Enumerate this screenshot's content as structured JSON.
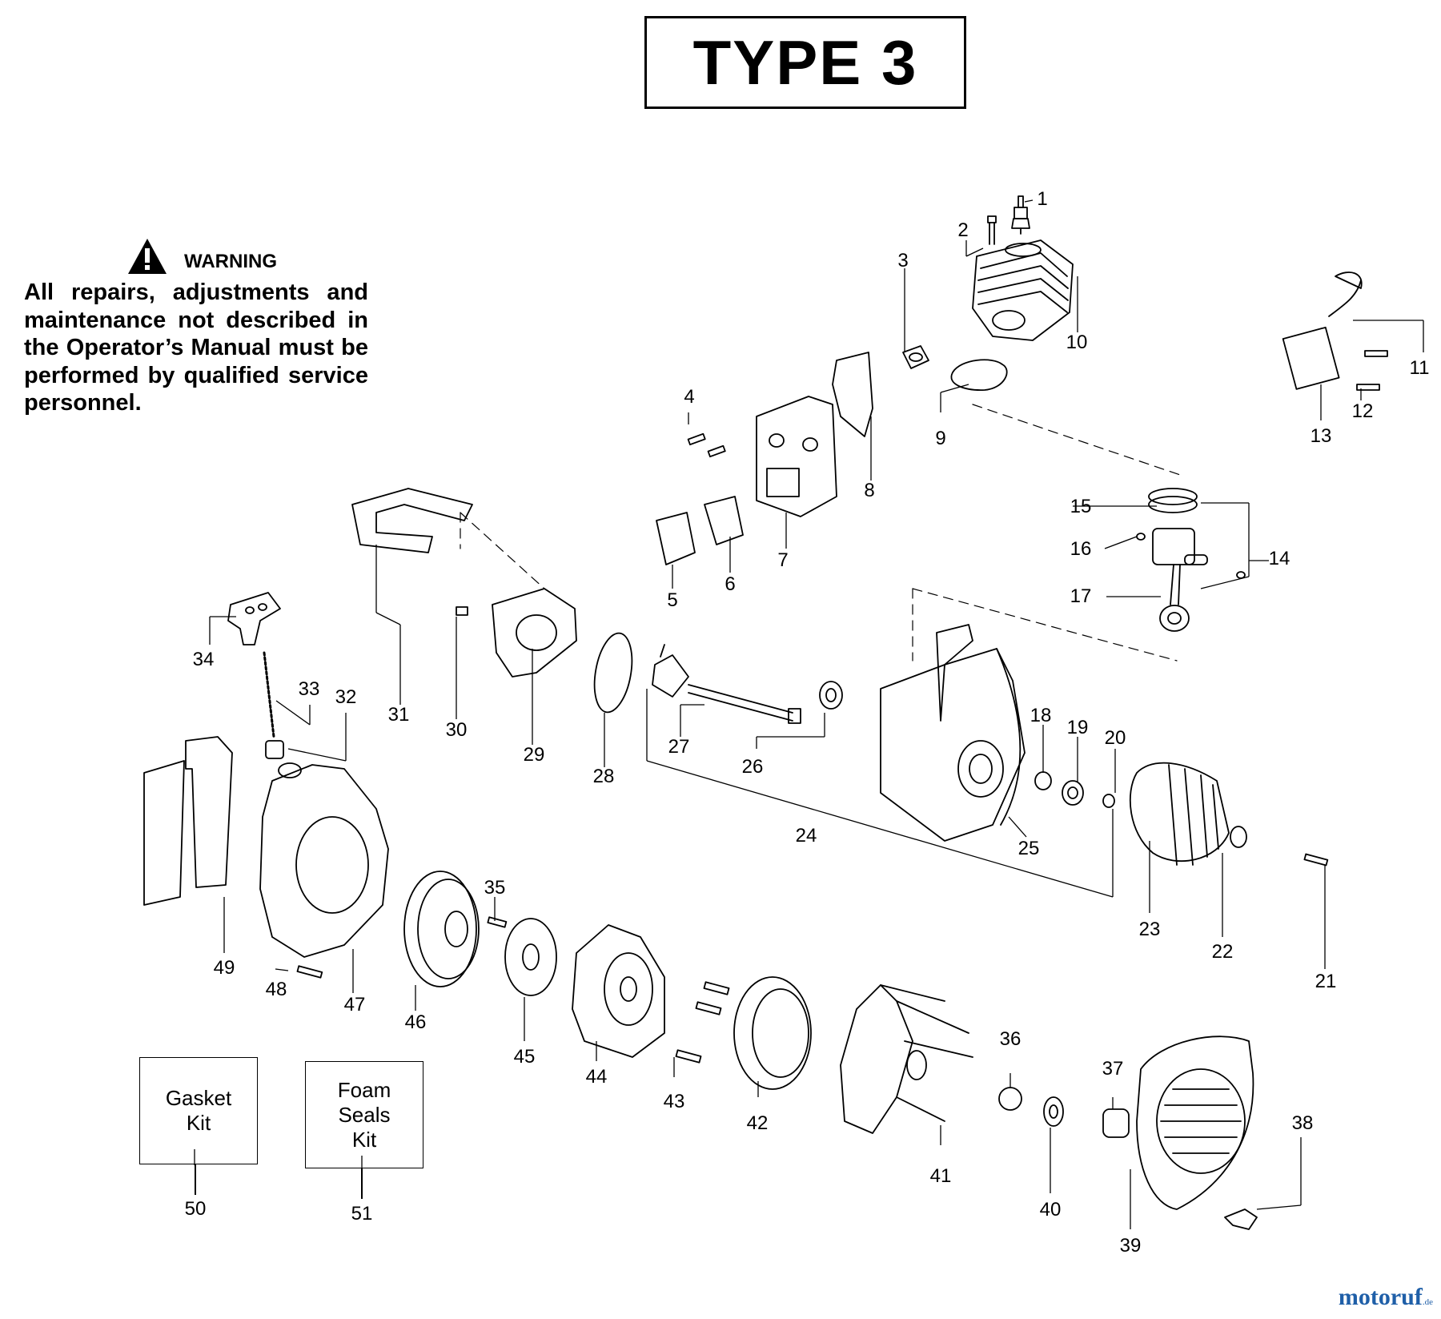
{
  "title": "TYPE 3",
  "warning": {
    "heading": "WARNING",
    "text": "All repairs, adjustments and maintenance not described in the Operator’s Manual must be performed by qualified service personnel."
  },
  "kits": {
    "gasket": {
      "line1": "Gasket",
      "line2": "Kit",
      "number": "50"
    },
    "foam": {
      "line1": "Foam",
      "line2": "Seals",
      "line3": "Kit",
      "number": "51"
    }
  },
  "part_labels": [
    "1",
    "2",
    "3",
    "4",
    "5",
    "6",
    "7",
    "8",
    "9",
    "10",
    "11",
    "12",
    "13",
    "14",
    "15",
    "16",
    "17",
    "18",
    "19",
    "20",
    "21",
    "22",
    "23",
    "24",
    "25",
    "26",
    "27",
    "28",
    "29",
    "30",
    "31",
    "32",
    "33",
    "34",
    "35",
    "36",
    "37",
    "38",
    "39",
    "40",
    "41",
    "42",
    "43",
    "44",
    "45",
    "46",
    "47",
    "48",
    "49"
  ],
  "brand": {
    "name": "motoruf",
    "tld": ".de"
  },
  "colors": {
    "ink": "#000000",
    "brand": "#1f5fa8"
  }
}
